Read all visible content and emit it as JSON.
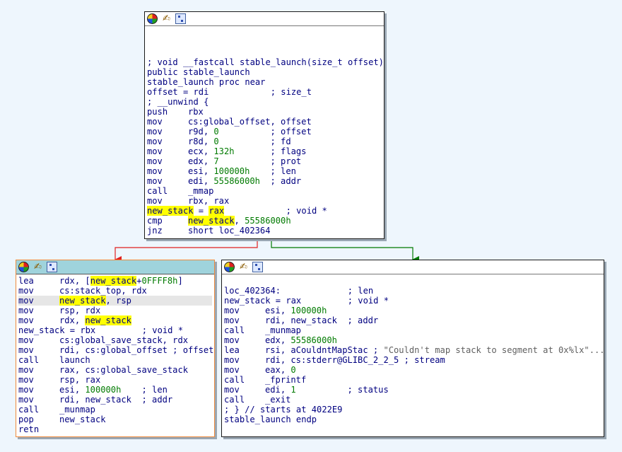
{
  "colors": {
    "background": "#eef6fd",
    "text": "#000080",
    "number": "#007a00",
    "highlight": "#ffff00",
    "edge_false": "#e02020",
    "edge_true": "#007a00",
    "selected_border": "#f08a3c",
    "selected_titlebar": "#9fd3dc"
  },
  "toolbar_icons": [
    "color-icon",
    "rename-icon",
    "graph-icon"
  ],
  "top_block": {
    "lines": [
      {
        "segs": [
          {
            "t": ""
          }
        ]
      },
      {
        "segs": [
          {
            "t": ""
          }
        ]
      },
      {
        "segs": [
          {
            "t": ""
          }
        ]
      },
      {
        "segs": [
          {
            "t": "; void __fastcall stable_launch(size_t offset)"
          }
        ]
      },
      {
        "segs": [
          {
            "t": "public stable_launch"
          }
        ]
      },
      {
        "segs": [
          {
            "t": "stable_launch proc near"
          }
        ]
      },
      {
        "segs": [
          {
            "t": "offset = rdi            ; size_t"
          }
        ]
      },
      {
        "segs": [
          {
            "t": "; __unwind {"
          }
        ]
      },
      {
        "mn": "push",
        "segs": [
          {
            "t": "rbx"
          }
        ]
      },
      {
        "mn": "mov",
        "segs": [
          {
            "t": "cs:global_offset, offset"
          }
        ]
      },
      {
        "mn": "mov",
        "segs": [
          {
            "t": "r9d, "
          },
          {
            "t": "0",
            "c": "num"
          },
          {
            "t": "          ; offset"
          }
        ]
      },
      {
        "mn": "mov",
        "segs": [
          {
            "t": "r8d, "
          },
          {
            "t": "0",
            "c": "num"
          },
          {
            "t": "          ; fd"
          }
        ]
      },
      {
        "mn": "mov",
        "segs": [
          {
            "t": "ecx, "
          },
          {
            "t": "132h",
            "c": "num"
          },
          {
            "t": "       ; flags"
          }
        ]
      },
      {
        "mn": "mov",
        "segs": [
          {
            "t": "edx, "
          },
          {
            "t": "7",
            "c": "num"
          },
          {
            "t": "          ; prot"
          }
        ]
      },
      {
        "mn": "mov",
        "segs": [
          {
            "t": "esi, "
          },
          {
            "t": "100000h",
            "c": "num"
          },
          {
            "t": "    ; len"
          }
        ]
      },
      {
        "mn": "mov",
        "segs": [
          {
            "t": "edi, "
          },
          {
            "t": "55586000h",
            "c": "num"
          },
          {
            "t": "  ; addr"
          }
        ]
      },
      {
        "mn": "call",
        "segs": [
          {
            "t": "_mmap"
          }
        ]
      },
      {
        "mn": "mov",
        "segs": [
          {
            "t": "rbx, rax"
          }
        ]
      },
      {
        "segs": [
          {
            "t": "new_stack",
            "c": "yel"
          },
          {
            "t": " = "
          },
          {
            "t": "rax",
            "c": "yel"
          },
          {
            "t": "            ; void *"
          }
        ]
      },
      {
        "mn": "cmp",
        "segs": [
          {
            "t": "new_stack",
            "c": "yel"
          },
          {
            "t": ", "
          },
          {
            "t": "55586000h",
            "c": "num"
          }
        ]
      },
      {
        "mn": "jnz",
        "segs": [
          {
            "t": "short loc_402364"
          }
        ]
      }
    ]
  },
  "left_block": {
    "lines": [
      {
        "mn": "lea",
        "segs": [
          {
            "t": "rdx, ["
          },
          {
            "t": "new_stack",
            "c": "yel"
          },
          {
            "t": "+"
          },
          {
            "t": "0FFFF8h",
            "c": "num"
          },
          {
            "t": "]"
          }
        ]
      },
      {
        "mn": "mov",
        "segs": [
          {
            "t": "cs:stack_top, rdx"
          }
        ]
      },
      {
        "mn": "mov",
        "hl": true,
        "segs": [
          {
            "t": "new_stack",
            "c": "yel"
          },
          {
            "t": ", rsp"
          }
        ]
      },
      {
        "mn": "mov",
        "segs": [
          {
            "t": "rsp, rdx"
          }
        ]
      },
      {
        "mn": "mov",
        "segs": [
          {
            "t": "rdx, "
          },
          {
            "t": "new_stack",
            "c": "yel"
          }
        ]
      },
      {
        "segs": [
          {
            "t": "new_stack = rbx         ; void *"
          }
        ]
      },
      {
        "mn": "mov",
        "segs": [
          {
            "t": "cs:global_save_stack, rdx"
          }
        ]
      },
      {
        "mn": "mov",
        "segs": [
          {
            "t": "rdi, cs:global_offset ; offset"
          }
        ]
      },
      {
        "mn": "call",
        "segs": [
          {
            "t": "launch"
          }
        ]
      },
      {
        "mn": "mov",
        "segs": [
          {
            "t": "rax, cs:global_save_stack"
          }
        ]
      },
      {
        "mn": "mov",
        "segs": [
          {
            "t": "rsp, rax"
          }
        ]
      },
      {
        "mn": "mov",
        "segs": [
          {
            "t": "esi, "
          },
          {
            "t": "100000h",
            "c": "num"
          },
          {
            "t": "    ; len"
          }
        ]
      },
      {
        "mn": "mov",
        "segs": [
          {
            "t": "rdi, new_stack  ; addr"
          }
        ]
      },
      {
        "mn": "call",
        "segs": [
          {
            "t": "_munmap"
          }
        ]
      },
      {
        "mn": "pop",
        "segs": [
          {
            "t": "new_stack"
          }
        ]
      },
      {
        "mn": "retn",
        "segs": [
          {
            "t": ""
          }
        ]
      }
    ]
  },
  "right_block": {
    "lines": [
      {
        "segs": [
          {
            "t": ""
          }
        ]
      },
      {
        "segs": [
          {
            "t": "loc_402364:             ; len"
          }
        ]
      },
      {
        "segs": [
          {
            "t": "new_stack = rax         ; void *"
          }
        ]
      },
      {
        "mn": "mov",
        "segs": [
          {
            "t": "esi, "
          },
          {
            "t": "100000h",
            "c": "num"
          }
        ]
      },
      {
        "mn": "mov",
        "segs": [
          {
            "t": "rdi, new_stack  ; addr"
          }
        ]
      },
      {
        "mn": "call",
        "segs": [
          {
            "t": "_munmap"
          }
        ]
      },
      {
        "mn": "mov",
        "segs": [
          {
            "t": "edx, "
          },
          {
            "t": "55586000h",
            "c": "num"
          }
        ]
      },
      {
        "mn": "lea",
        "segs": [
          {
            "t": "rsi, aCouldntMapStac ; "
          },
          {
            "t": "\"Couldn't map stack to segment at 0x%lx\"...",
            "c": "str"
          }
        ]
      },
      {
        "mn": "mov",
        "segs": [
          {
            "t": "rdi, cs:stderr@GLIBC_2_2_5 ; stream"
          }
        ]
      },
      {
        "mn": "mov",
        "segs": [
          {
            "t": "eax, "
          },
          {
            "t": "0",
            "c": "num"
          }
        ]
      },
      {
        "mn": "call",
        "segs": [
          {
            "t": "_fprintf"
          }
        ]
      },
      {
        "mn": "mov",
        "segs": [
          {
            "t": "edi, "
          },
          {
            "t": "1",
            "c": "num"
          },
          {
            "t": "          ; status"
          }
        ]
      },
      {
        "mn": "call",
        "segs": [
          {
            "t": "_exit"
          }
        ]
      },
      {
        "segs": [
          {
            "t": "; } // starts at 4022E9"
          }
        ]
      },
      {
        "segs": [
          {
            "t": "stable_launch endp"
          }
        ]
      }
    ]
  }
}
